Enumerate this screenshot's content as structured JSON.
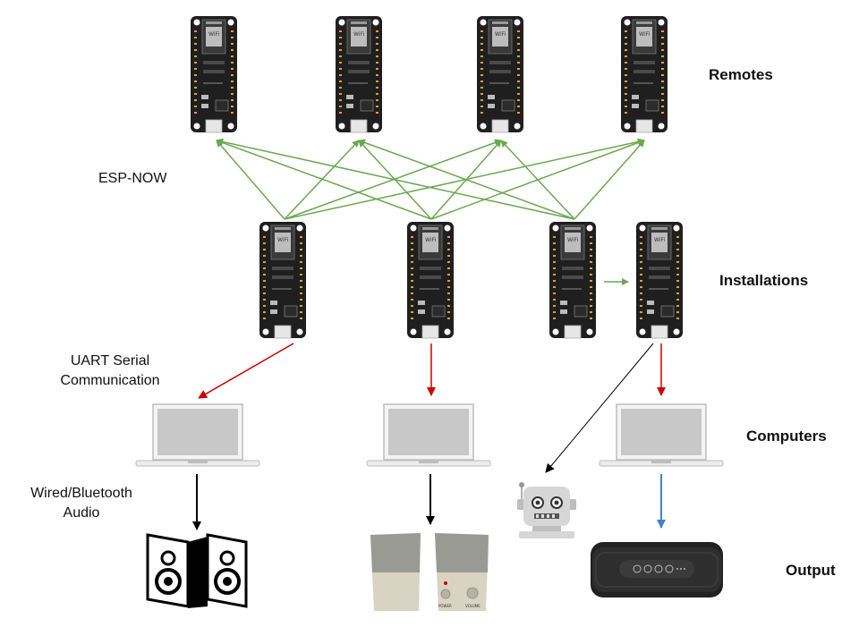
{
  "tiers": {
    "remotes": "Remotes",
    "installations": "Installations",
    "computers": "Computers",
    "output": "Output"
  },
  "connections": {
    "espnow": "ESP-NOW",
    "uart_line1": "UART Serial",
    "uart_line2": "Communication",
    "audio_line1": "Wired/Bluetooth",
    "audio_line2": "Audio"
  },
  "speaker_labels": {
    "power": "POWER",
    "volume": "VOLUME"
  },
  "colors": {
    "espnow_link": "#6aa84f",
    "uart_link": "#cc0000",
    "audio_wired": "#000000",
    "audio_bluetooth": "#3d85c6",
    "board_pcb": "#1f1f1f",
    "laptop_screen": "#c8c8c8"
  },
  "icons": [
    "esp32-board-icon",
    "laptop-icon",
    "bookshelf-speakers-icon",
    "pc-speakers-icon",
    "robot-icon",
    "bluetooth-speaker-icon"
  ]
}
